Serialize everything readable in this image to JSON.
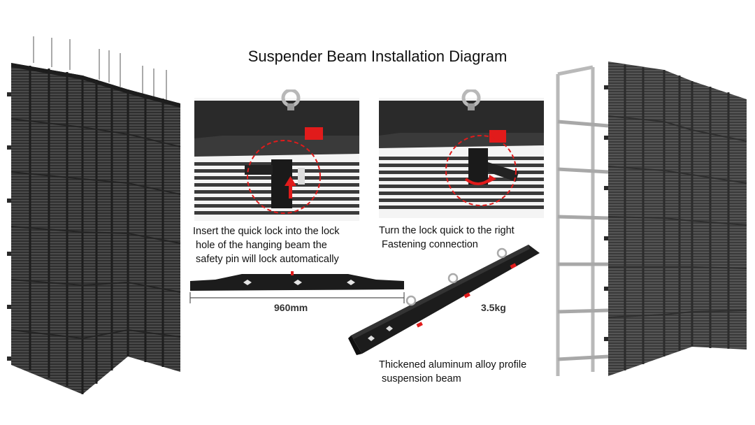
{
  "title": "Suspender Beam Installation Diagram",
  "step1_caption": {
    "line1": "Insert the quick lock into the lock",
    "line2": "hole of the hanging beam the",
    "line3": "safety pin will lock automatically"
  },
  "step2_caption": {
    "line1": "Turn the lock quick  to the right",
    "line2": "Fastening connection"
  },
  "beam_length": "960mm",
  "beam_weight": "3.5kg",
  "beam_caption": {
    "line1": "Thickened aluminum alloy profile",
    "line2": "suspension beam"
  },
  "colors": {
    "panel": "#3a3a3a",
    "beam": "#1c1c1c",
    "lock_accent": "#e11b1b",
    "frame": "#b9b9b9"
  }
}
